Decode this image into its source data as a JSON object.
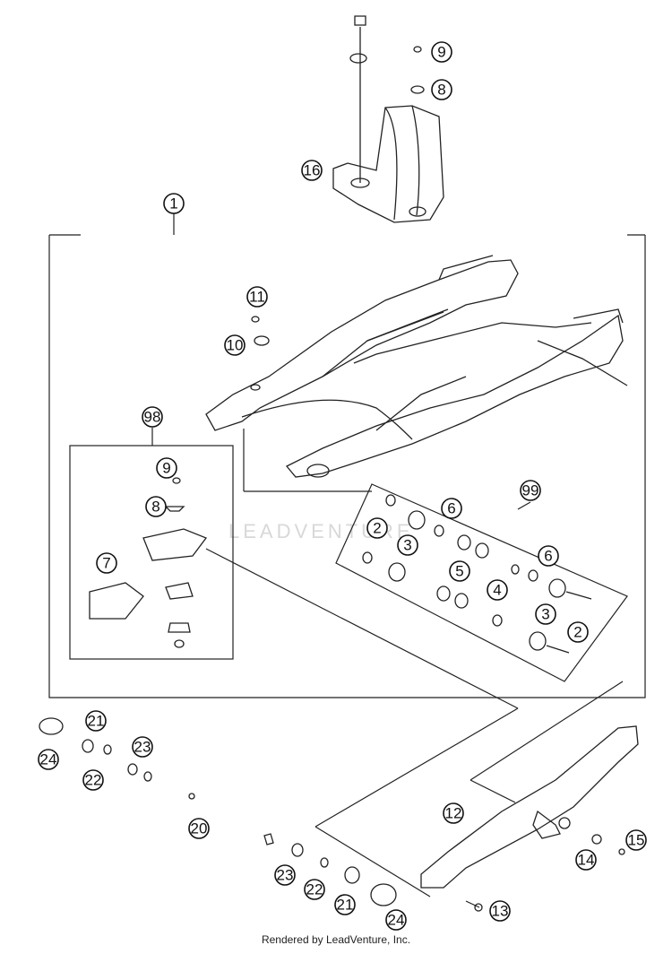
{
  "diagram": {
    "callouts": [
      "1",
      "8",
      "9",
      "16",
      "11",
      "10",
      "98",
      "9",
      "8",
      "7",
      "99",
      "6",
      "2",
      "3",
      "5",
      "4",
      "6",
      "3",
      "2",
      "21",
      "24",
      "22",
      "23",
      "20",
      "12",
      "15",
      "14",
      "23",
      "22",
      "21",
      "24",
      "13"
    ],
    "watermark": "LEADVENTURE",
    "footer": "Rendered by LeadVenture, Inc."
  }
}
